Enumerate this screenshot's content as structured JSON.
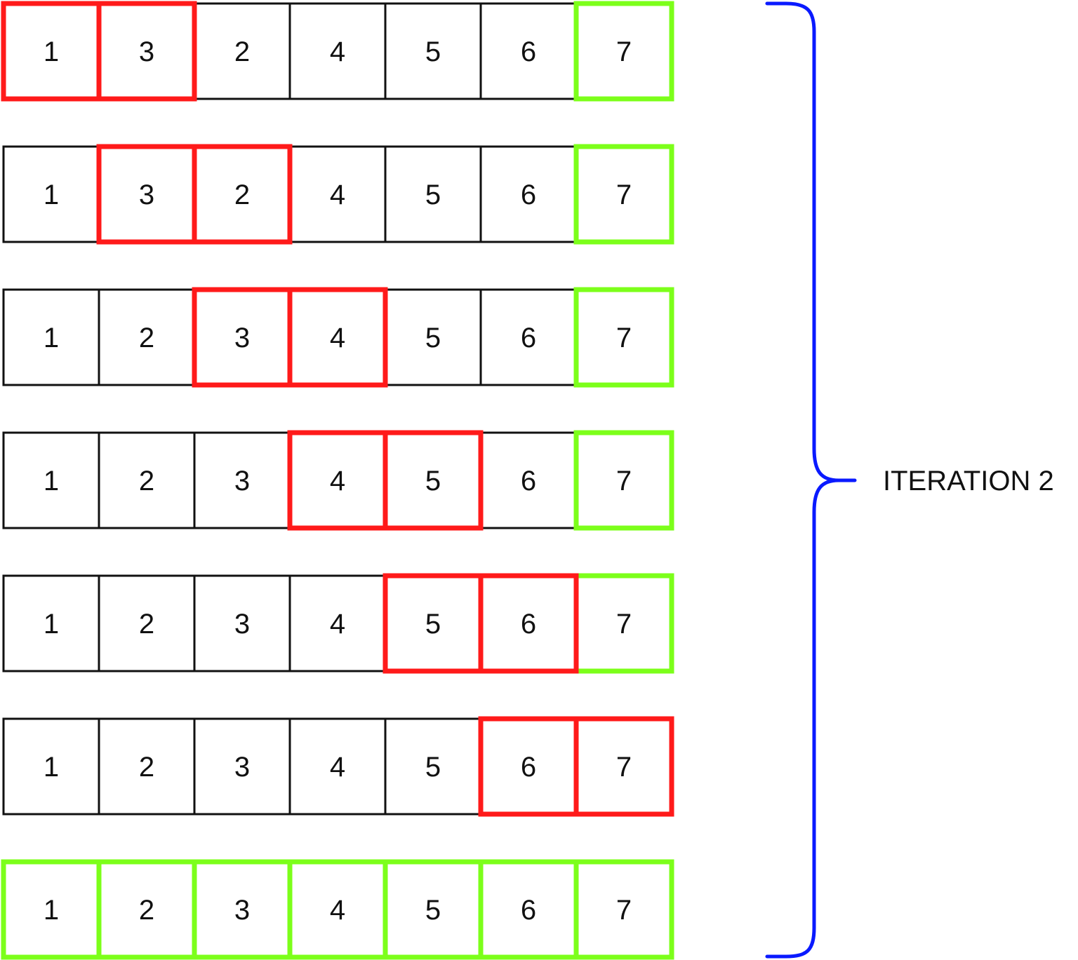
{
  "label": "ITERATION 2",
  "colors": {
    "default": "#111111",
    "compare": "#ff1a1a",
    "sorted": "#7cff1a",
    "brace": "#0a1aff"
  },
  "rows": [
    {
      "cells": [
        "1",
        "3",
        "2",
        "4",
        "5",
        "6",
        "7"
      ],
      "compare": [
        0,
        1
      ],
      "sorted": [
        6
      ]
    },
    {
      "cells": [
        "1",
        "3",
        "2",
        "4",
        "5",
        "6",
        "7"
      ],
      "compare": [
        1,
        2
      ],
      "sorted": [
        6
      ]
    },
    {
      "cells": [
        "1",
        "2",
        "3",
        "4",
        "5",
        "6",
        "7"
      ],
      "compare": [
        2,
        3
      ],
      "sorted": [
        6
      ]
    },
    {
      "cells": [
        "1",
        "2",
        "3",
        "4",
        "5",
        "6",
        "7"
      ],
      "compare": [
        3,
        4
      ],
      "sorted": [
        6
      ]
    },
    {
      "cells": [
        "1",
        "2",
        "3",
        "4",
        "5",
        "6",
        "7"
      ],
      "compare": [
        4,
        5
      ],
      "sorted": [
        6
      ]
    },
    {
      "cells": [
        "1",
        "2",
        "3",
        "4",
        "5",
        "6",
        "7"
      ],
      "compare": [
        5,
        6
      ],
      "sorted": []
    },
    {
      "cells": [
        "1",
        "2",
        "3",
        "4",
        "5",
        "6",
        "7"
      ],
      "compare": [],
      "sorted": [
        0,
        1,
        2,
        3,
        4,
        5,
        6
      ]
    }
  ]
}
